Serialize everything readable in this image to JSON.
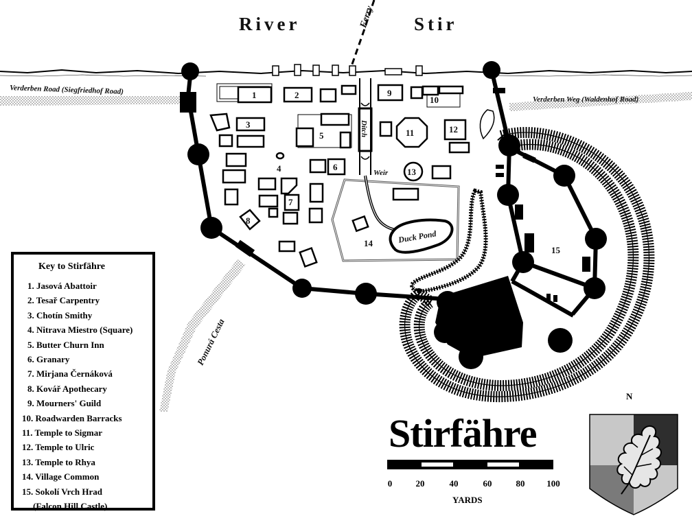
{
  "river": {
    "word_left": "River",
    "word_right": "Stir",
    "ferry": "Ferry"
  },
  "roads": {
    "west": "Verderben Road (Siegfriedhof Road)",
    "east": "Verderben Weg (Waldenhof Road)",
    "south": "Ponurá Cesta"
  },
  "features": {
    "ditch": "Ditch",
    "weir": "Weir",
    "duck_pond": "Duck Pond"
  },
  "building_numbers": [
    "1",
    "2",
    "3",
    "4",
    "5",
    "6",
    "7",
    "8",
    "9",
    "10",
    "11",
    "12",
    "13",
    "14",
    "15"
  ],
  "legend": {
    "title": "Key to Stirfähre",
    "items": [
      "1. Jasová Abattoir",
      "2. Tesař Carpentry",
      "3. Chotín Smithy",
      "4. Nitrava Miestro (Square)",
      "5. Butter Churn Inn",
      "6. Granary",
      "7. Mirjana Černáková",
      "8. Kovář Apothecary",
      "9. Mourners' Guild",
      "10. Roadwarden Barracks",
      "11. Temple to Sigmar",
      "12. Temple to Ulric",
      "13. Temple to Rhya",
      "14. Village Common",
      "15. Sokolí Vrch Hrad",
      "(Falcon Hill Castle)"
    ]
  },
  "map_title": "Stirfähre",
  "scale": {
    "ticks": [
      "0",
      "20",
      "40",
      "60",
      "80",
      "100"
    ],
    "unit": "YARDS"
  },
  "compass": {
    "north": "N"
  },
  "colors": {
    "ink": "#000000",
    "light_gray": "#c8c8c8",
    "mid_gray": "#7a7a7a",
    "dark_gray": "#2e2e2e"
  }
}
